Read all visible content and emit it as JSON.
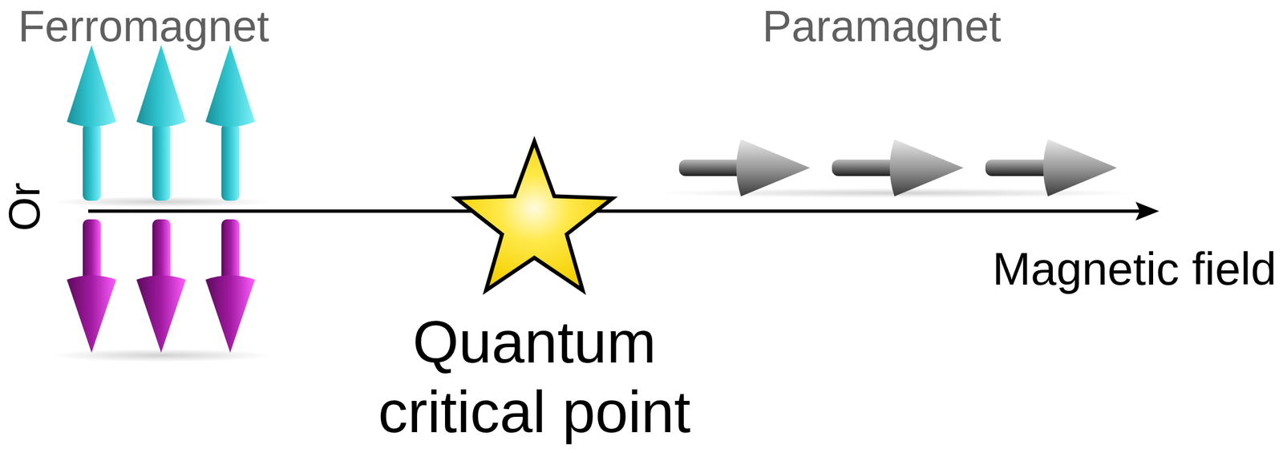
{
  "diagram": {
    "labels": [
      "Ferromagnet",
      "Paramagnet",
      "Or",
      "Quantum critical point",
      "Magnetic field"
    ]
  }
}
